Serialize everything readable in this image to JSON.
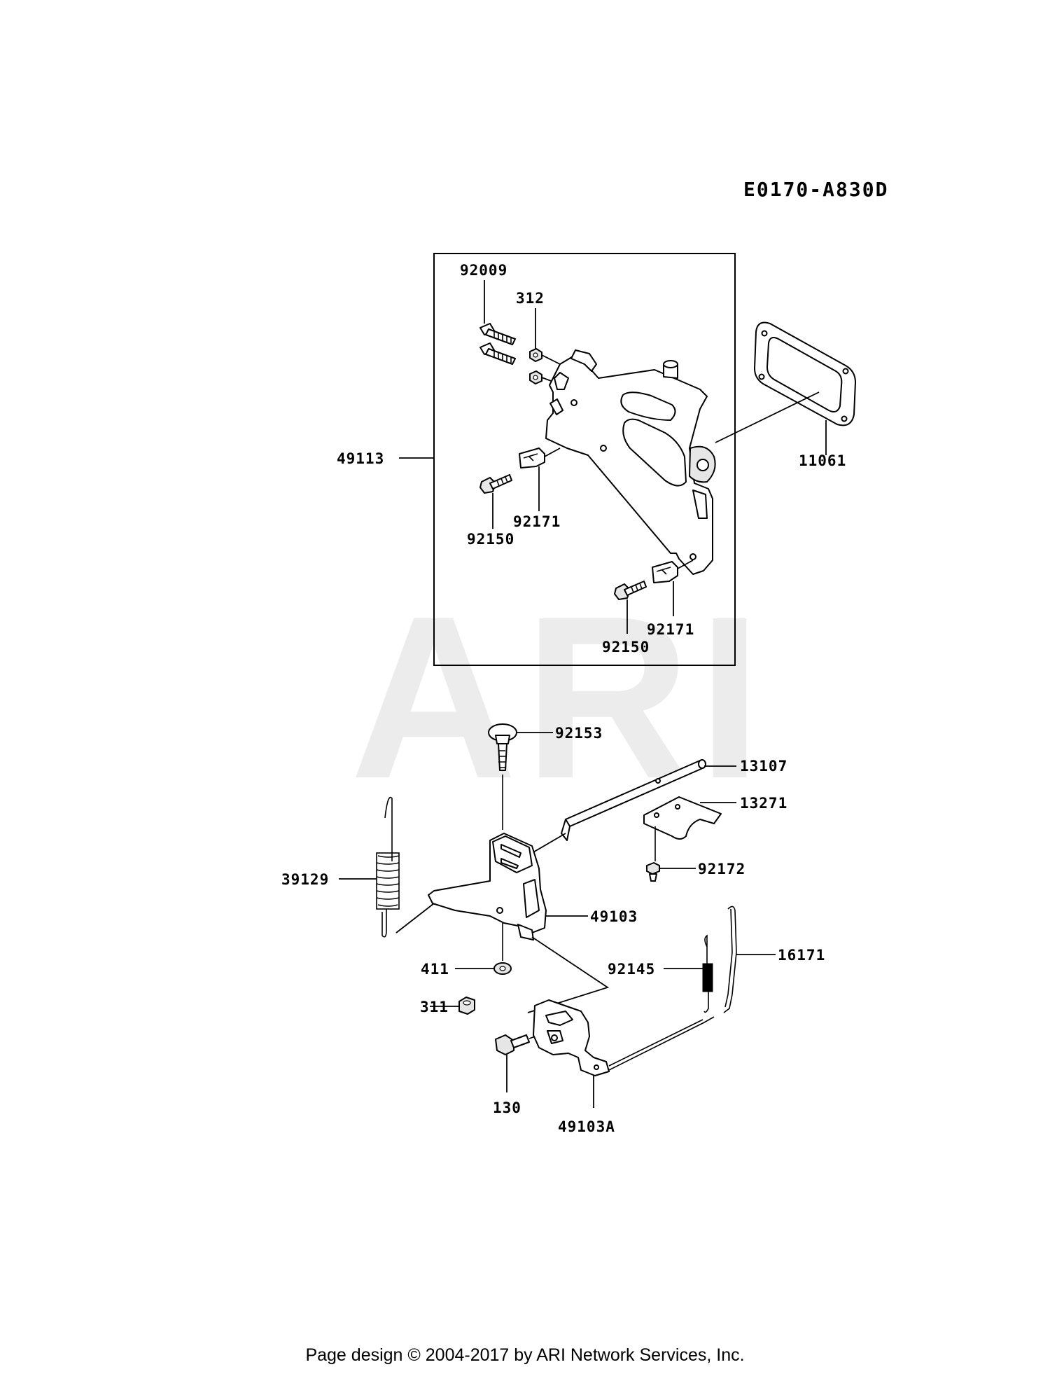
{
  "diagram_code": "E0170-A830D",
  "watermark": "ARI",
  "footer": "Page design © 2004-2017 by ARI Network Services, Inc.",
  "callouts": {
    "c92009": "92009",
    "c312": "312",
    "c49113": "49113",
    "c11061": "11061",
    "c92171a": "92171",
    "c92150a": "92150",
    "c92171b": "92171",
    "c92150b": "92150",
    "c92153": "92153",
    "c13107": "13107",
    "c13271": "13271",
    "c92172": "92172",
    "c39129": "39129",
    "c49103": "49103",
    "c411": "411",
    "c92145": "92145",
    "c16171": "16171",
    "c311": "311",
    "c130": "130",
    "c49103A": "49103A"
  },
  "icons": {
    "bolt": "bolt-icon",
    "nut": "nut-icon",
    "washer": "washer-icon",
    "spring": "spring-icon",
    "gasket": "gasket-icon",
    "bracket": "bracket-icon",
    "lever": "lever-icon",
    "shaft": "shaft-icon"
  }
}
